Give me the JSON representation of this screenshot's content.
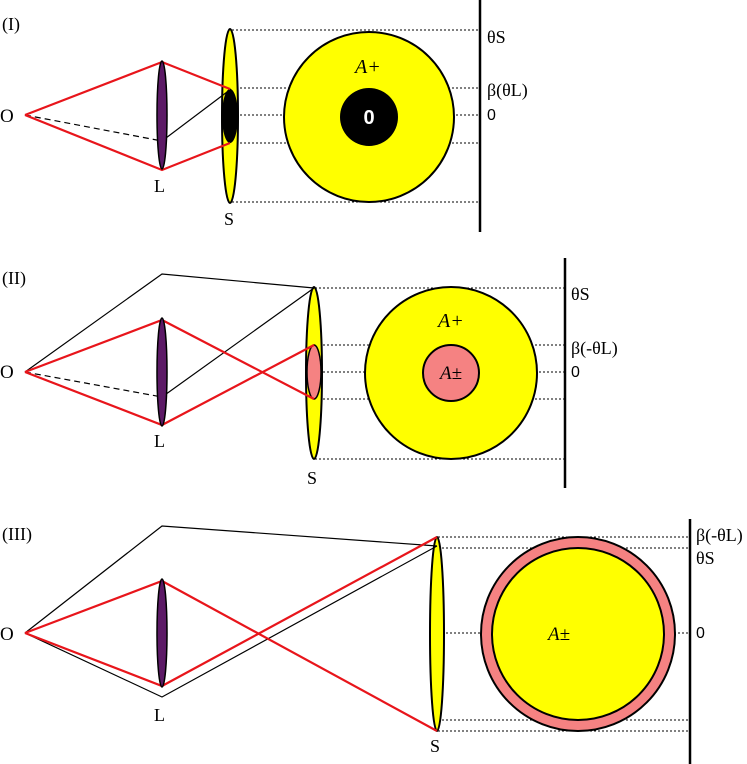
{
  "colors": {
    "ray": "#e8151b",
    "lens": "#5c1a66",
    "source": "#ffff00",
    "black_region": "#000000",
    "pink_region": "#f58282"
  },
  "panels": [
    {
      "id": "I",
      "label": "(I)",
      "observer": "O",
      "lens": "L",
      "source": "S",
      "outer_region_label": "A+",
      "inner_region_label": "0",
      "inner_region_fill": "black",
      "axis_labels": [
        "θS",
        "β(θL)",
        "0"
      ]
    },
    {
      "id": "II",
      "label": "(II)",
      "observer": "O",
      "lens": "L",
      "source": "S",
      "outer_region_label": "A+",
      "inner_region_label": "A±",
      "inner_region_fill": "pink",
      "axis_labels": [
        "θS",
        "β(-θL)",
        "0"
      ]
    },
    {
      "id": "III",
      "label": "(III)",
      "observer": "O",
      "lens": "L",
      "source": "S",
      "outer_region_label": "",
      "inner_region_label": "A±",
      "inner_region_fill": "pink ring",
      "axis_labels": [
        "β(-θL)",
        "θS",
        "0"
      ]
    }
  ]
}
